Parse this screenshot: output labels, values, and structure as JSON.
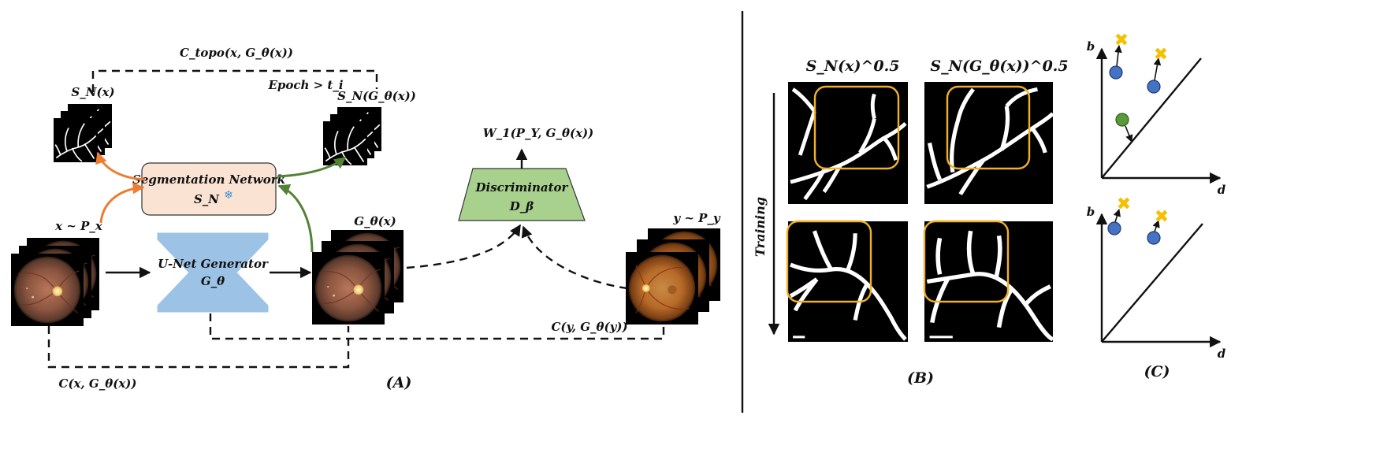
{
  "panel_a": {
    "label": "(A)",
    "ctopo_loss": "C_topo(x, G_θ(x))",
    "epoch_condition": "Epoch > t_i",
    "sn_x_label": "S_N(x)",
    "sn_gx_label": "S_N(G_θ(x))",
    "segmentation_title": "Segmentation Network",
    "segmentation_symbol": "S_N",
    "x_dist_label": "x ~ P_x",
    "generator_title": "U-Net Generator",
    "generator_symbol": "G_θ",
    "gx_label": "G_θ(x)",
    "discriminator_title": "Discriminator",
    "discriminator_symbol": "D_β",
    "w1_label": "W_1(P_Y, G_θ(x))",
    "y_dist_label": "y ~ P_y",
    "cycle_y_label": "C(y, G_θ(y))",
    "cycle_x_label": "C(x, G_θ(x))"
  },
  "panel_b": {
    "label": "(B)",
    "col1_header": "S_N(x)^0.5",
    "col2_header": "S_N(G_θ(x))^0.5",
    "training_label": "Training"
  },
  "panel_c": {
    "label": "(C)",
    "axis_b": "b",
    "axis_d": "d"
  },
  "colors": {
    "segmentation_fill": "#fbe3d4",
    "generator_fill": "#9cc3e6",
    "discriminator_fill": "#a9d18e",
    "orange_arrow": "#ed7d31",
    "green_arrow": "#548235",
    "highlight_box": "#f2b124",
    "point_blue": "#4472c4",
    "point_green": "#5a9a3a",
    "cross_yellow": "#f5c000"
  },
  "icons": {
    "frozen": "snowflake-icon",
    "death_point": "cross-icon"
  }
}
